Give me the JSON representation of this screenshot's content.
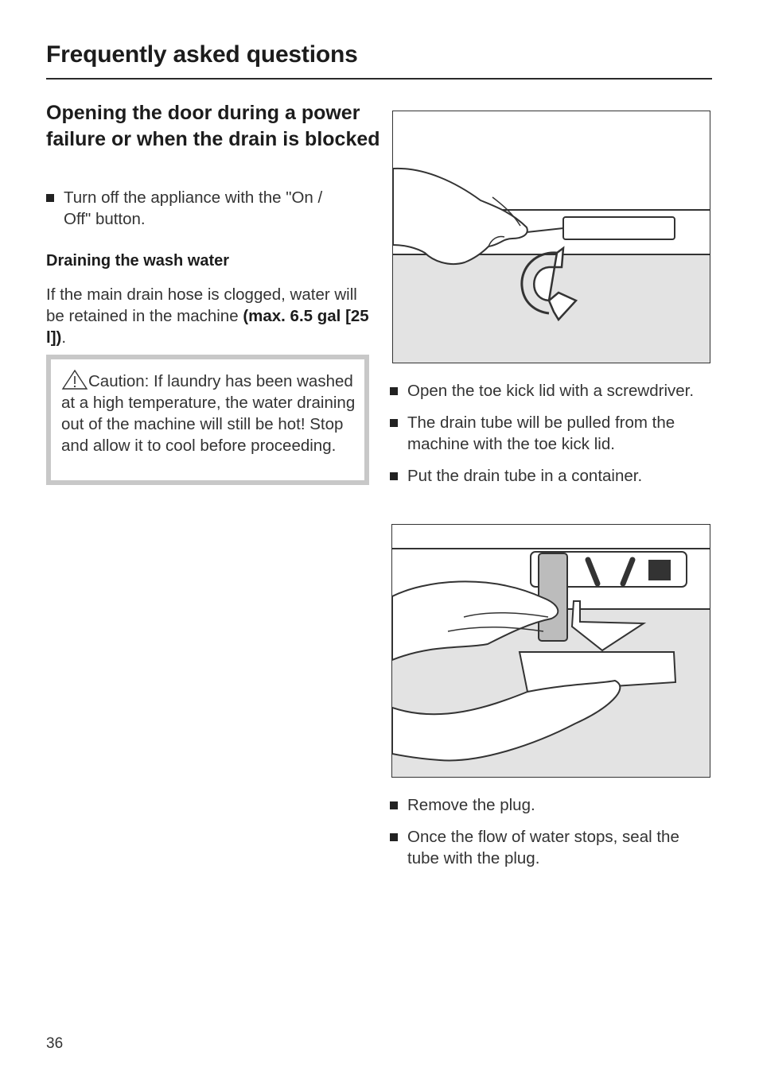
{
  "header": {
    "title": "Frequently asked questions"
  },
  "section": {
    "title": "Opening the door during a power failure or when the drain is blocked",
    "step1": "Turn off the appliance with the \"On / Off\" button.",
    "subheading": "Draining the wash water",
    "paragraph_text": "If the main drain hose is clogged, water will be retained in the machine",
    "paragraph_bold": "(max. 6.5 gal [25 l])",
    "paragraph_end": ".",
    "caution": "Caution: If laundry has been washed at a high temperature, the water draining out of the machine will still be hot! Stop and allow it to cool before proceeding."
  },
  "steps_right": [
    "Open the toe kick lid with a screwdriver.",
    "The drain tube will be pulled from the machine with the toe kick lid.",
    "Put the drain tube in a container.",
    "Remove the plug.",
    "Once the flow of water stops, seal the tube with the plug."
  ],
  "icons": {
    "bullet": "square-bullet-icon",
    "caution": "warning-triangle-icon"
  },
  "colors": {
    "caution_border": "#c8c8c8",
    "figure_gray": "#e3e3e3"
  },
  "footer": {
    "page_number": "36"
  }
}
